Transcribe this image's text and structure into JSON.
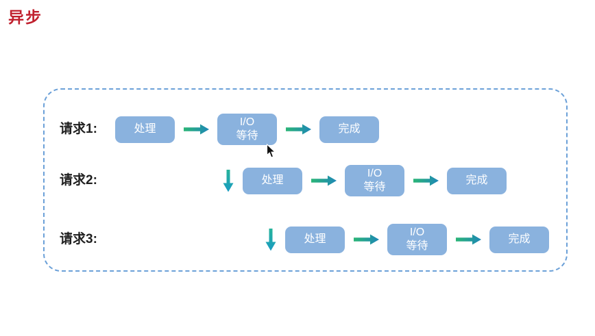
{
  "title": {
    "text": "异步"
  },
  "colors": {
    "title_red": "#c0202e",
    "frame_border": "#6ba0d8",
    "label_text": "#1f1f1f",
    "box_fill": "#8ab2de",
    "box_text": "#ffffff",
    "arrow_green": "#2cb873",
    "arrow_blue": "#1e86b8",
    "down_arrow_top": "#28b598",
    "down_arrow_bottom": "#189ac4",
    "cursor_black": "#111111"
  },
  "diagram": {
    "rows": [
      {
        "label": "请求1:",
        "down_arrow": false,
        "steps": [
          {
            "lines": [
              "处理"
            ]
          },
          {
            "lines": [
              "I/O",
              "等待"
            ]
          },
          {
            "lines": [
              "完成"
            ]
          }
        ]
      },
      {
        "label": "请求2:",
        "down_arrow": true,
        "steps": [
          {
            "lines": [
              "处理"
            ]
          },
          {
            "lines": [
              "I/O",
              "等待"
            ]
          },
          {
            "lines": [
              "完成"
            ]
          }
        ]
      },
      {
        "label": "请求3:",
        "down_arrow": true,
        "steps": [
          {
            "lines": [
              "处理"
            ]
          },
          {
            "lines": [
              "I/O",
              "等待"
            ]
          },
          {
            "lines": [
              "完成"
            ]
          }
        ]
      }
    ]
  },
  "cursor": {
    "visible": true
  }
}
